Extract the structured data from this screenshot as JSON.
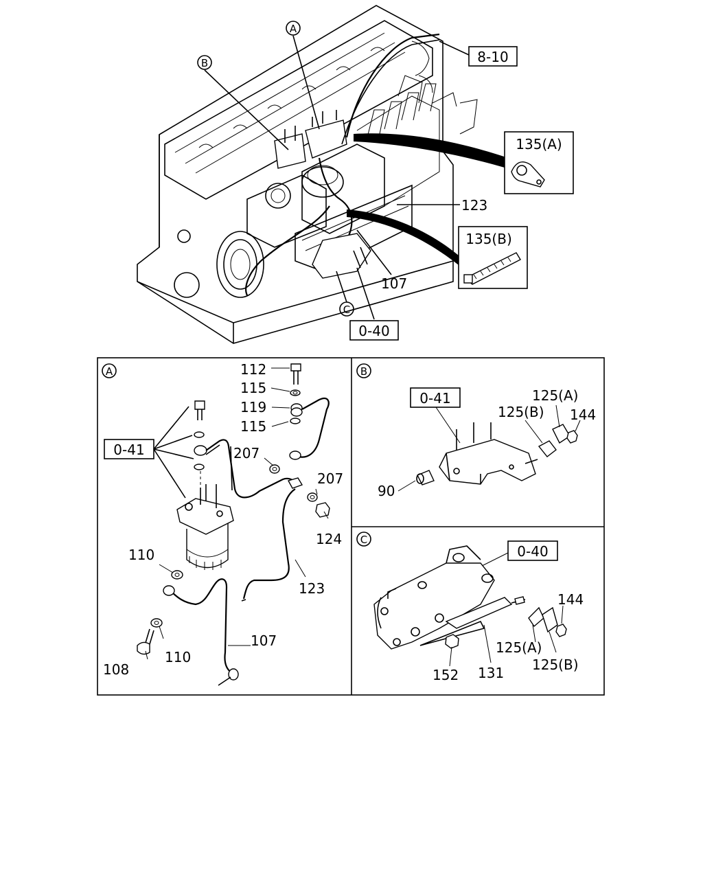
{
  "top_diagram": {
    "callout_a": "A",
    "callout_b": "B",
    "callout_c": "C",
    "ref_8_10": "8-10",
    "ref_0_40": "0-40",
    "part_135a": "135(A)",
    "part_135b": "135(B)",
    "part_123": "123",
    "part_107": "107"
  },
  "panel_a": {
    "tag": "A",
    "ref_box": "0-41",
    "labels": [
      "112",
      "115",
      "119",
      "115",
      "207",
      "207",
      "124",
      "123",
      "110",
      "110",
      "108",
      "107"
    ]
  },
  "panel_b": {
    "tag": "B",
    "ref_box": "0-41",
    "labels": [
      "125(A)",
      "125(B)",
      "144",
      "90"
    ]
  },
  "panel_c": {
    "tag": "C",
    "ref_box": "0-40",
    "labels": [
      "144",
      "125(A)",
      "125(B)",
      "152",
      "131"
    ]
  }
}
